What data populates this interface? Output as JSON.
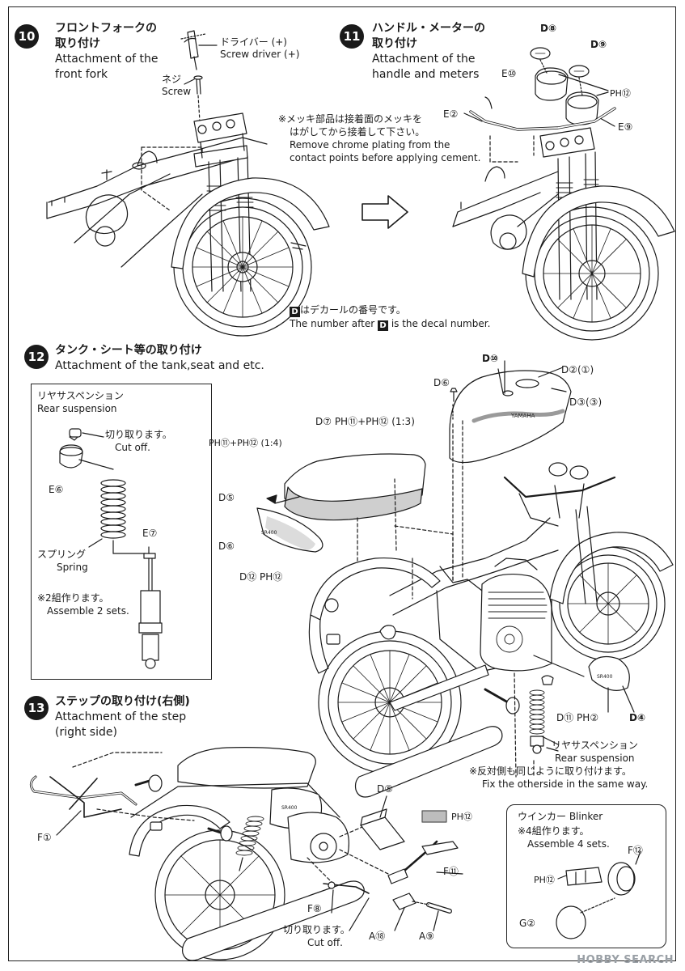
{
  "steps": {
    "s10": {
      "num": "10",
      "ja": "フロントフォークの",
      "ja2": "取り付け",
      "en": "Attachment of the",
      "en2": "front fork",
      "driver_ja": "ドライバー (+)",
      "driver_en": "Screw driver (+)",
      "screw_ja": "ネジ",
      "screw_en": "Screw",
      "note_ja": "※メッキ部品は接着面のメッキを",
      "note_ja2": "はがしてから接着して下さい。",
      "note_en": "Remove chrome plating from the",
      "note_en2": "contact points before applying cement."
    },
    "s11": {
      "num": "11",
      "ja": "ハンドル・メーターの",
      "ja2": "取り付け",
      "en": "Attachment of the",
      "en2": "handle and meters",
      "d8": "D⑧",
      "d9": "D⑨",
      "e10": "E⑩",
      "ph12": "PH⑫",
      "e2": "E②",
      "e9": "E⑨",
      "decal_ja": "はデカールの番号です。",
      "decal_en_pre": "The number after",
      "decal_en_post": "is the decal number.",
      "decal_box": "D"
    },
    "s12": {
      "num": "12",
      "ja": "タンク・シート等の取り付け",
      "en": "Attachment of the tank,seat and etc.",
      "rear_title_ja": "リヤサスペンション",
      "rear_title_en": "Rear suspension",
      "cut_ja": "切り取ります。",
      "cut_en": "Cut off.",
      "e6": "E⑥",
      "e7": "E⑦",
      "spring_ja": "スプリング",
      "spring_en": "Spring",
      "assemble_ja": "※2組作ります。",
      "assemble_en": "Assemble 2 sets.",
      "d10": "D⑩",
      "d6": "D⑥",
      "d2": "D②(①)",
      "d3": "D③(③)",
      "d7_1": "D⑦ PH⑪+PH⑫ (1:3)",
      "ph_mix": "PH⑪+PH⑫ (1:4)",
      "d5": "D⑤",
      "d6b": "D⑥",
      "d12": "D⑫ PH⑫",
      "d11": "D⑪ PH②",
      "d4": "D④",
      "rs_ja": "リヤサスペンション",
      "rs_en": "Rear suspension",
      "other_ja": "※反対側も同じように取り付けます。",
      "other_en": "Fix the otherside in the same way."
    },
    "s13": {
      "num": "13",
      "ja": "ステップの取り付け(右側)",
      "en": "Attachment of the step",
      "en2": "(right side)",
      "f1": "F①",
      "d5": "D⑤",
      "ph12": "PH⑫",
      "f11": "F⑪",
      "f8": "F⑧",
      "cut_ja": "切り取ります。",
      "cut_en": "Cut off.",
      "a18": "A⑱",
      "a9": "A⑨"
    },
    "blinker": {
      "title": "ウインカー Blinker",
      "assemble_ja": "※4組作ります。",
      "assemble_en": "Assemble 4 sets.",
      "f12": "F⑫",
      "ph12": "PH⑫",
      "g2": "G②"
    }
  },
  "tank_text": "YAMAHA",
  "cover_text": "SR400",
  "watermark": "HOBBY SEARCH",
  "colors": {
    "ink": "#1a1a1a",
    "shade": "#bdbdbd",
    "paint": "#cfcfcf"
  }
}
